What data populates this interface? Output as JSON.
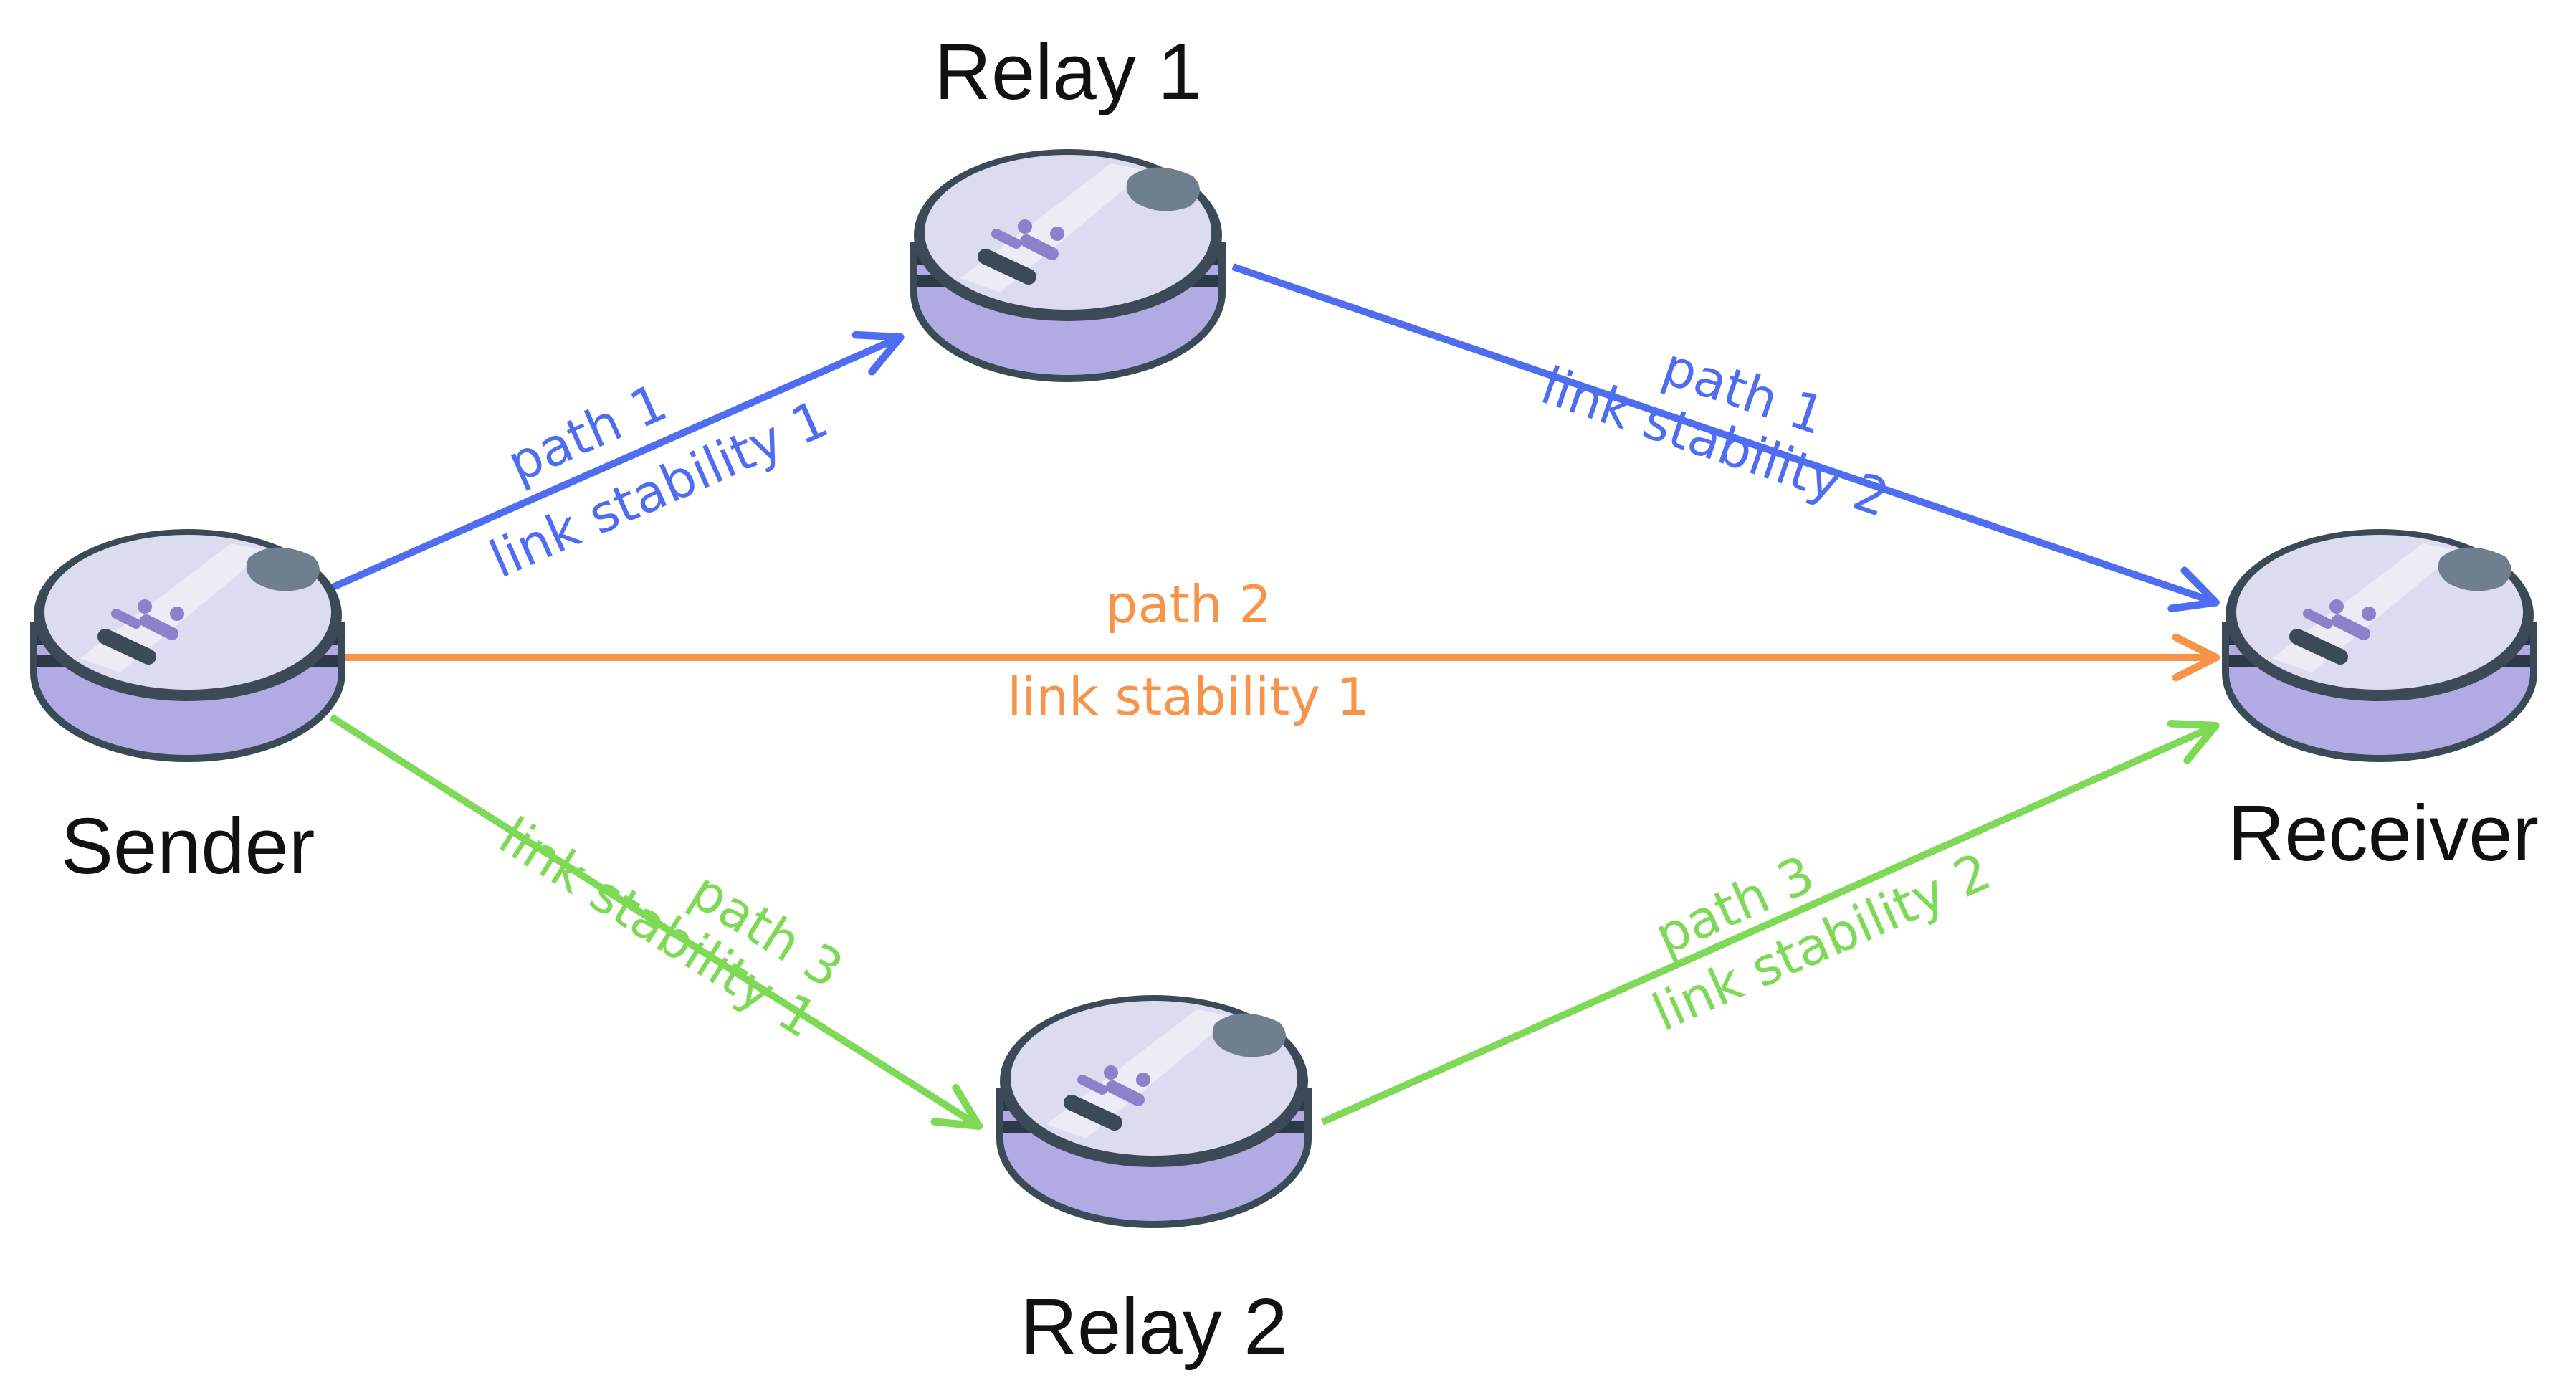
{
  "colors": {
    "path1": "#4f6df0",
    "path2": "#f7944a",
    "path3": "#7ed957",
    "device_top": "#dcdcf1",
    "device_rim": "#3c4a57",
    "device_base": "#b0abe3",
    "device_band": "#2c3a47",
    "device_button": "#6f7f8d",
    "device_accent": "#8a83cc"
  },
  "nodes": {
    "sender": {
      "label": "Sender",
      "icon": "robot-vacuum-icon"
    },
    "relay1": {
      "label": "Relay 1",
      "icon": "robot-vacuum-icon"
    },
    "relay2": {
      "label": "Relay 2",
      "icon": "robot-vacuum-icon"
    },
    "receiver": {
      "label": "Receiver",
      "icon": "robot-vacuum-icon"
    }
  },
  "edges": {
    "sender_relay1": {
      "path": "path 1",
      "stability": "link stability 1"
    },
    "relay1_receiver": {
      "path": "path 1",
      "stability": "link stability 2"
    },
    "sender_receiver": {
      "path": "path 2",
      "stability": "link stability 1"
    },
    "sender_relay2": {
      "path": "path 3",
      "stability": "link stability 1"
    },
    "relay2_receiver": {
      "path": "path 3",
      "stability": "link stability 2"
    }
  }
}
